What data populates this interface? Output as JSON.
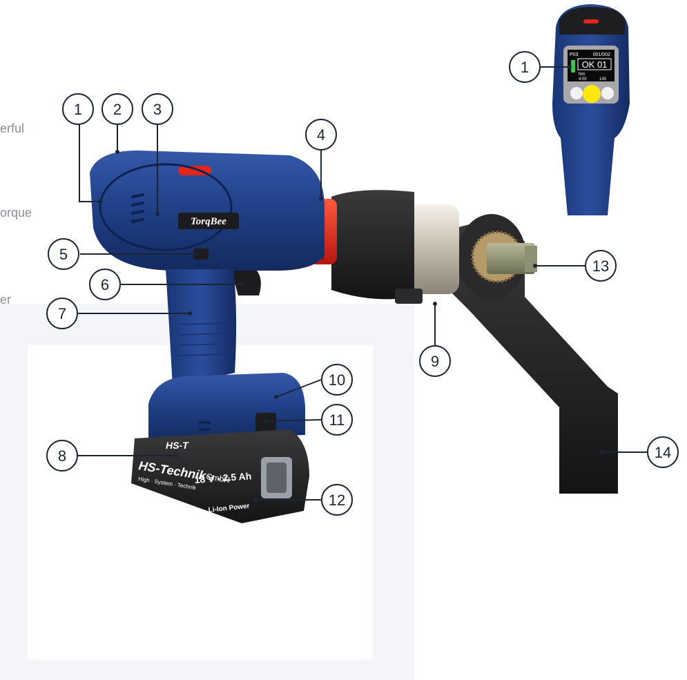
{
  "side_text_fragments": [
    "erful",
    "orque",
    "er"
  ],
  "brand_badge": "TorqBee",
  "battery": {
    "brand_small": "HS-T",
    "brand": "HS-Technik",
    "company_suffix": "GmbH",
    "tagline": "High · System · Technik",
    "rating": "18 V - 2.5 Ah",
    "chemistry": "Li-Ion Power"
  },
  "display": {
    "program": "P03",
    "counter": "001/002",
    "status": "OK 01",
    "unit": "Nm",
    "time": "4:00",
    "value": "145"
  },
  "callouts": [
    "1",
    "2",
    "3",
    "4",
    "5",
    "6",
    "7",
    "8",
    "9",
    "10",
    "11",
    "12",
    "13",
    "14"
  ],
  "colors": {
    "tool_blue": "#1f3f86",
    "tool_blue_dark": "#142a5c",
    "accent_red": "#e2261c",
    "gearbox_black": "#1e1e20",
    "battery_black": "#222222",
    "callout_stroke": "#1b2533"
  }
}
